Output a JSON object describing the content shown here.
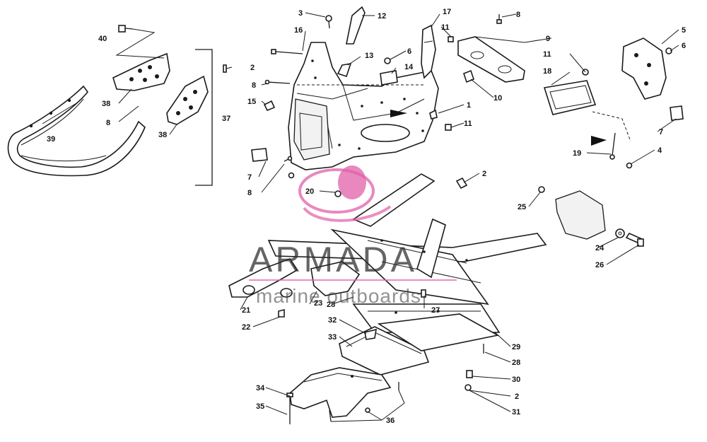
{
  "watermark": {
    "title": "ARMADA",
    "subtitle": "marine outboards",
    "logo_color": "#e060a8"
  },
  "callouts": [
    {
      "id": "c40",
      "text": "40"
    },
    {
      "id": "c39",
      "text": "39"
    },
    {
      "id": "c38a",
      "text": "38"
    },
    {
      "id": "c38b",
      "text": "38"
    },
    {
      "id": "c8a",
      "text": "8"
    },
    {
      "id": "c37",
      "text": "37"
    },
    {
      "id": "c2a",
      "text": "2"
    },
    {
      "id": "c3",
      "text": "3"
    },
    {
      "id": "c12",
      "text": "12"
    },
    {
      "id": "c16",
      "text": "16"
    },
    {
      "id": "c13",
      "text": "13"
    },
    {
      "id": "c8b",
      "text": "8"
    },
    {
      "id": "c6a",
      "text": "6"
    },
    {
      "id": "c14",
      "text": "14"
    },
    {
      "id": "c17",
      "text": "17"
    },
    {
      "id": "c11a",
      "text": "11"
    },
    {
      "id": "c8c",
      "text": "8"
    },
    {
      "id": "c9",
      "text": "9"
    },
    {
      "id": "c10",
      "text": "10"
    },
    {
      "id": "c15",
      "text": "15"
    },
    {
      "id": "c1",
      "text": "1"
    },
    {
      "id": "c11b",
      "text": "11"
    },
    {
      "id": "c7a",
      "text": "7"
    },
    {
      "id": "c8d",
      "text": "8"
    },
    {
      "id": "c20",
      "text": "20"
    },
    {
      "id": "c2b",
      "text": "2"
    },
    {
      "id": "c11c",
      "text": "11"
    },
    {
      "id": "c18",
      "text": "18"
    },
    {
      "id": "c5",
      "text": "5"
    },
    {
      "id": "c6b",
      "text": "6"
    },
    {
      "id": "c7b",
      "text": "7"
    },
    {
      "id": "c19",
      "text": "19"
    },
    {
      "id": "c4",
      "text": "4"
    },
    {
      "id": "c25",
      "text": "25"
    },
    {
      "id": "c24",
      "text": "24"
    },
    {
      "id": "c26",
      "text": "26"
    },
    {
      "id": "c21",
      "text": "21"
    },
    {
      "id": "c22",
      "text": "22"
    },
    {
      "id": "c23",
      "text": "23"
    },
    {
      "id": "c28a",
      "text": "28"
    },
    {
      "id": "c27",
      "text": "27"
    },
    {
      "id": "c29",
      "text": "29"
    },
    {
      "id": "c32",
      "text": "32"
    },
    {
      "id": "c33",
      "text": "33"
    },
    {
      "id": "c28b",
      "text": "28"
    },
    {
      "id": "c30",
      "text": "30"
    },
    {
      "id": "c2c",
      "text": "2"
    },
    {
      "id": "c31",
      "text": "31"
    },
    {
      "id": "c34",
      "text": "34"
    },
    {
      "id": "c35",
      "text": "35"
    },
    {
      "id": "c36",
      "text": "36"
    }
  ]
}
